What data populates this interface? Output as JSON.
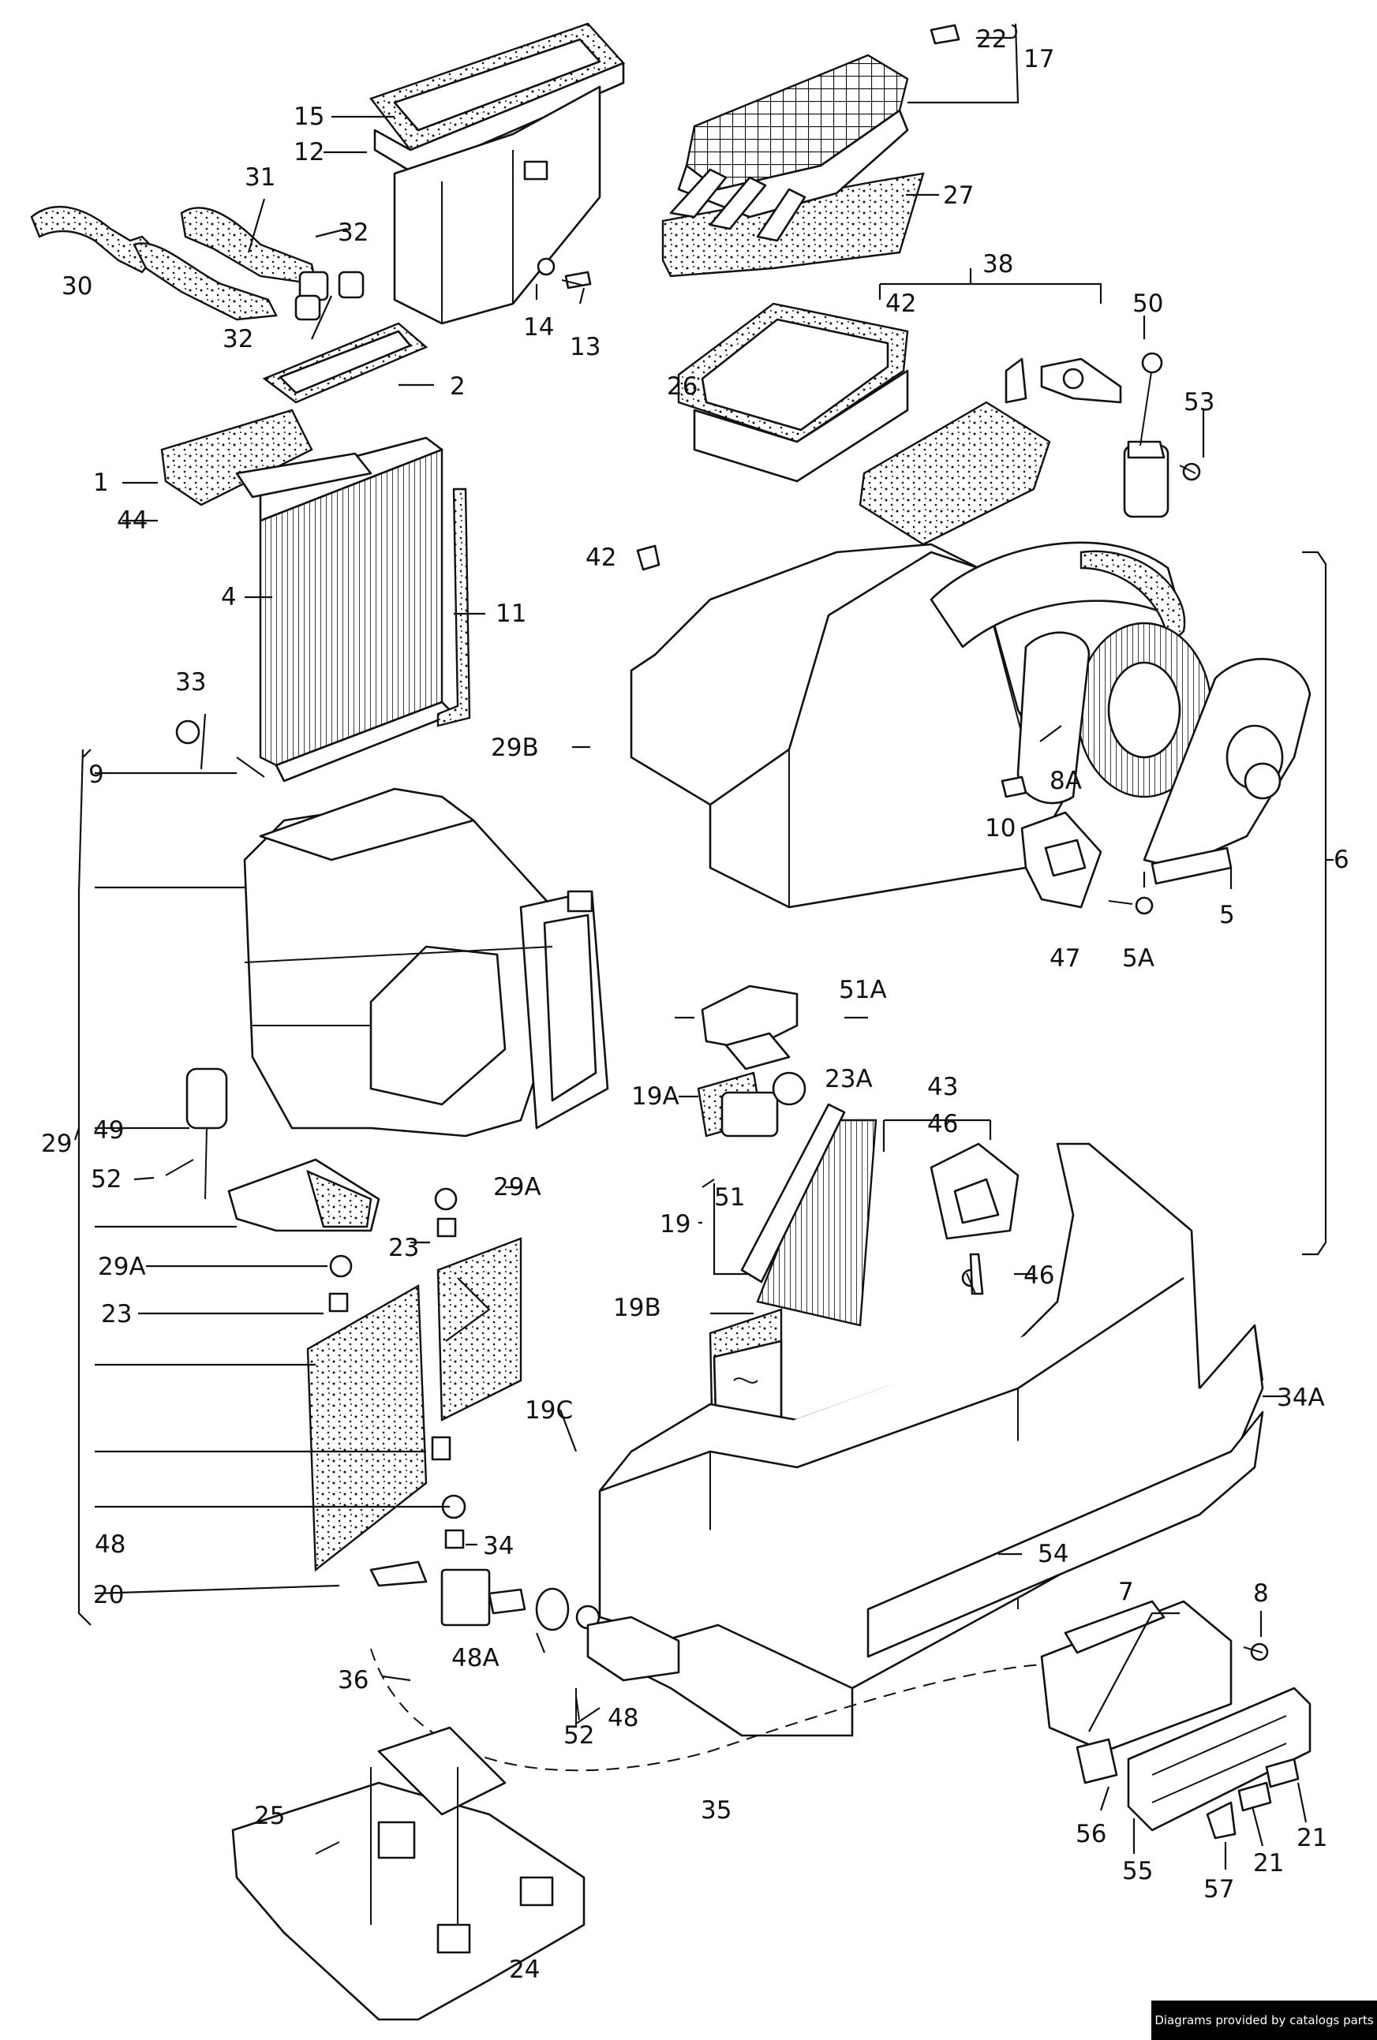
{
  "labels": {
    "p1": "1",
    "p2": "2",
    "p4": "4",
    "p5": "5",
    "p5a": "5A",
    "p6": "6",
    "p7": "7",
    "p8": "8",
    "p8a": "8A",
    "p9": "9",
    "p10": "10",
    "p11": "11",
    "p12": "12",
    "p13": "13",
    "p14": "14",
    "p15": "15",
    "p17": "17",
    "p19": "19",
    "p19a": "19A",
    "p19b": "19B",
    "p19c": "19C",
    "p20": "20",
    "p21a": "21",
    "p21b": "21",
    "p22": "22",
    "p23a": "23",
    "p23b": "23",
    "p23c": "23A",
    "p24": "24",
    "p25": "25",
    "p26": "26",
    "p27": "27",
    "p29": "29",
    "p29a1": "29A",
    "p29a2": "29A",
    "p29b": "29B",
    "p30": "30",
    "p31": "31",
    "p32a": "32",
    "p32b": "32",
    "p33": "33",
    "p34": "34",
    "p34a": "34A",
    "p35": "35",
    "p36": "36",
    "p38": "38",
    "p42a": "42",
    "p42b": "42",
    "p43": "43",
    "p44": "44",
    "p46a": "46",
    "p46b": "46",
    "p47": "47",
    "p48a": "48",
    "p48b": "48",
    "p48c": "48A",
    "p49": "49",
    "p50": "50",
    "p51": "51",
    "p51a": "51A",
    "p52a": "52",
    "p52b": "52",
    "p53": "53",
    "p54": "54",
    "p55": "55",
    "p56": "56",
    "p57": "57"
  },
  "footer": {
    "credit": "Diagrams provided by catalogs parts"
  }
}
